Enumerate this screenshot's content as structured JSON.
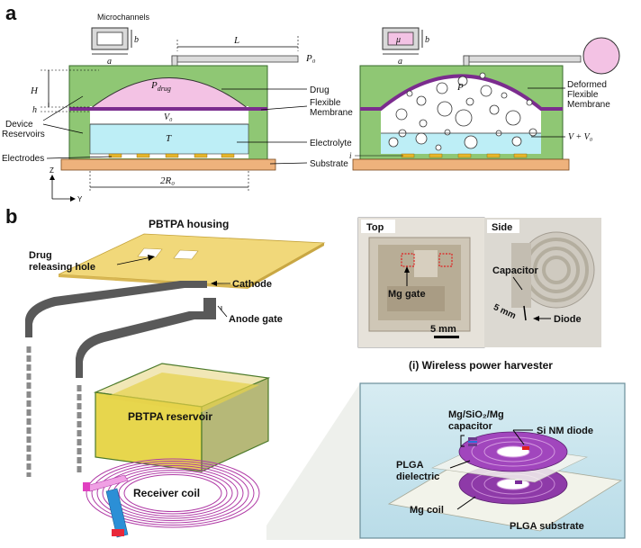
{
  "panel_a": {
    "label": "a",
    "microchannels": "Microchannels",
    "dim_b": "b",
    "dim_a": "a",
    "dim_L": "L",
    "dim_H": "H",
    "dim_h": "h",
    "P0": "P₀",
    "Pdrug": "P",
    "Pdrug_sub": "drug",
    "V0": "V₀",
    "T": "T",
    "twoR0": "2R₀",
    "drug": "Drug",
    "flexible_membrane_1": "Flexible",
    "flexible_membrane_2": "Membrane",
    "device_reservoirs_1": "Device",
    "device_reservoirs_2": "Reservoirs",
    "electrolyte": "Electrolyte",
    "electrodes": "Electrodes",
    "substrate": "Substrate",
    "axis_z": "Z",
    "axis_y": "Y",
    "mu": "μ",
    "P": "P",
    "deformed_1": "Deformed",
    "deformed_2": "Flexible",
    "deformed_3": "Membrane",
    "V_plus_V0": "V + V₀",
    "i": "i"
  },
  "panel_b": {
    "label": "b",
    "pbtpa_housing": "PBTPA housing",
    "drug_releasing_1": "Drug",
    "drug_releasing_2": "releasing hole",
    "cathode": "Cathode",
    "anode_gate": "Anode gate",
    "pbtpa_reservoir": "PBTPA reservoir",
    "receiver_coil": "Receiver coil",
    "photo_top": "Top",
    "photo_side": "Side",
    "mg_gate": "Mg gate",
    "scale_5mm_top": "5 mm",
    "capacitor": "Capacitor",
    "scale_5mm_side": "5 mm",
    "diode": "Diode",
    "harvester_caption": "(i) Wireless power harvester",
    "mg_sio2_1": "Mg/SiO₂/Mg",
    "mg_sio2_2": "capacitor",
    "si_nm_diode": "Si NM diode",
    "plga_dielectric_1": "PLGA",
    "plga_dielectric_2": "dielectric",
    "mg_coil": "Mg  coil",
    "plga_substrate": "PLGA substrate"
  },
  "colors": {
    "green": "#8fc774",
    "pink": "#f3c2e4",
    "cyan": "#bdeef6",
    "orange": "#eeb27c",
    "purple": "#7b2c8e",
    "gold": "#f1d87a",
    "gray_panel": "#f1f1ee",
    "teal_box": "#d4ecf2"
  }
}
